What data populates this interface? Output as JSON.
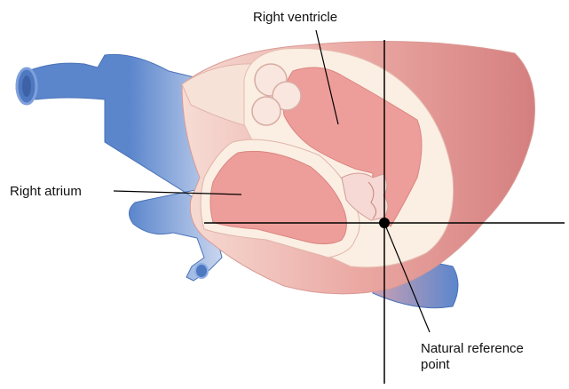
{
  "labels": {
    "right_ventricle": "Right ventricle",
    "right_atrium": "Right atrium",
    "natural_reference_line1": "Natural reference",
    "natural_reference_line2": "point"
  },
  "colors": {
    "vein_blue": "#5b86cc",
    "vein_blue_light": "#c9d6ef",
    "muscle_light": "#f6dcd4",
    "muscle_mid": "#eba8a3",
    "muscle_dark": "#d47f7f",
    "chamber": "#ee9e9a",
    "wall_cream": "#fbeee3",
    "line": "#000000"
  }
}
